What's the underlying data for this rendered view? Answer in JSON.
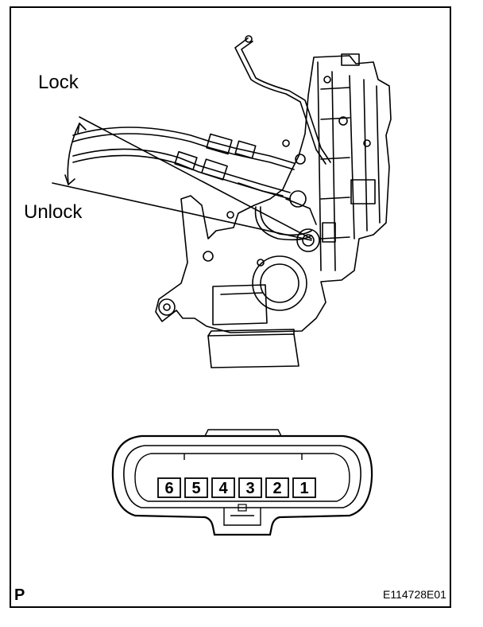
{
  "diagram": {
    "lock_label": "Lock",
    "unlock_label": "Unlock",
    "corner_letter": "P",
    "figure_code": "E114728E01"
  },
  "connector": {
    "pins": [
      "6",
      "5",
      "4",
      "3",
      "2",
      "1"
    ]
  },
  "colors": {
    "line": "#000000",
    "background": "#ffffff"
  }
}
